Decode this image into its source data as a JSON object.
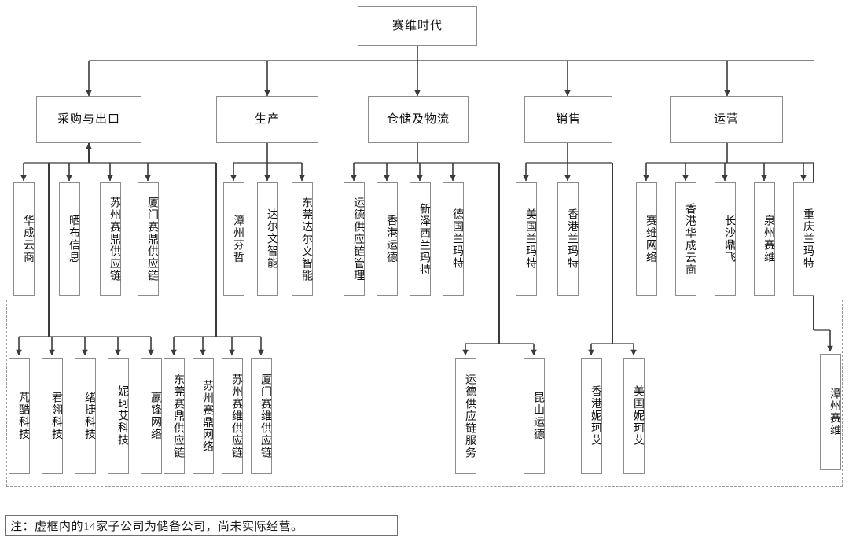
{
  "diagram": {
    "title_node": {
      "label": "赛维时代"
    },
    "departments": [
      {
        "label": "采购与出口"
      },
      {
        "label": "生产"
      },
      {
        "label": "仓储及物流"
      },
      {
        "label": "销售"
      },
      {
        "label": "运营"
      }
    ],
    "operating_subsidiaries": {
      "purchasing_export": [
        {
          "label": "华成云商"
        },
        {
          "label": "晒布信息"
        },
        {
          "label": "苏州赛鼎供应链"
        },
        {
          "label": "厦门赛鼎供应链"
        }
      ],
      "production": [
        {
          "label": "漳州芬哲"
        },
        {
          "label": "达尔文智能"
        },
        {
          "label": "东莞达尔文智能"
        }
      ],
      "warehousing_logistics": [
        {
          "label": "运德供应链管理"
        },
        {
          "label": "香港运德"
        },
        {
          "label": "新泽西兰玛特"
        },
        {
          "label": "德国兰玛特"
        }
      ],
      "sales": [
        {
          "label": "美国兰玛特"
        },
        {
          "label": "香港兰玛特"
        }
      ],
      "operations": [
        {
          "label": "赛维网络"
        },
        {
          "label": "香港华成云商"
        },
        {
          "label": "长沙鼎飞"
        },
        {
          "label": "泉州赛维"
        },
        {
          "label": "重庆兰玛特"
        }
      ]
    },
    "reserve_subsidiaries": {
      "purchasing_export_group_a": [
        {
          "label": "芃酷科技"
        },
        {
          "label": "君翎科技"
        },
        {
          "label": "绪捷科技"
        },
        {
          "label": "妮珂艾科技"
        },
        {
          "label": "赢锋网络"
        }
      ],
      "purchasing_export_group_b": [
        {
          "label": "东莞赛鼎供应链"
        },
        {
          "label": "苏州赛鼎网络"
        },
        {
          "label": "苏州赛维供应链"
        },
        {
          "label": "厦门赛维供应链"
        }
      ],
      "warehousing_logistics": [
        {
          "label": "运德供应链服务"
        },
        {
          "label": "昆山运德"
        }
      ],
      "sales": [
        {
          "label": "香港妮珂艾"
        },
        {
          "label": "美国妮珂艾"
        }
      ],
      "operations": [
        {
          "label": "漳州赛维"
        }
      ]
    },
    "footnote": {
      "text": "注：虚框内的14家子公司为储备公司，尚未实际经营。"
    },
    "colors": {
      "node_border": "#8c8c8c",
      "connector": "#3a3a3a",
      "dashed_border": "#9a9a9a",
      "text": "#111111",
      "background": "#ffffff"
    }
  }
}
